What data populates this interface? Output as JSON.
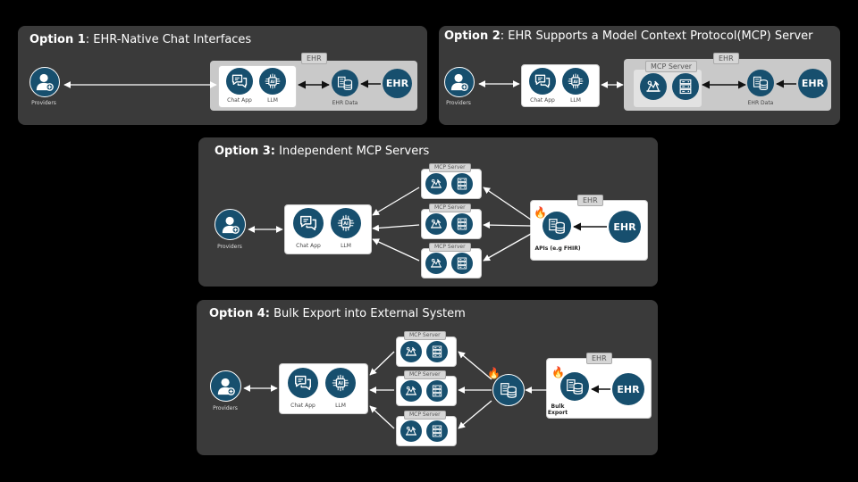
{
  "option1": {
    "title_bold": "Option 1",
    "title_rest": ": EHR-Native Chat Interfaces",
    "providers": "Providers",
    "ehr_tag": "EHR",
    "chat_app": "Chat App",
    "llm": "LLM",
    "ehr_data": "EHR Data",
    "ehr": "EHR"
  },
  "option2": {
    "title_bold": "Option 2",
    "title_rest": ": EHR Supports a Model Context Protocol(MCP) Server",
    "providers": "Providers",
    "ehr_tag": "EHR",
    "mcp_tag": "MCP Server",
    "chat_app": "Chat App",
    "llm": "LLM",
    "ehr_data": "EHR Data",
    "ehr": "EHR"
  },
  "option3": {
    "title_bold": "Option 3:",
    "title_rest": " Independent MCP Servers",
    "providers": "Providers",
    "chat_app": "Chat App",
    "llm": "LLM",
    "mcp_tags": [
      "MCP Server",
      "MCP Server",
      "MCP Server"
    ],
    "ehr_tag": "EHR",
    "apis": "APIs (e.g FHIR)",
    "ehr": "EHR"
  },
  "option4": {
    "title_bold": "Option 4:",
    "title_rest": " Bulk Export into External System",
    "providers": "Providers",
    "chat_app": "Chat App",
    "llm": "LLM",
    "mcp_tags": [
      "MCP Server",
      "MCP Server",
      "MCP Server"
    ],
    "ehr_tag": "EHR",
    "bulk_export": "Bulk Export",
    "ehr": "EHR"
  },
  "colors": {
    "node": "#174f6e",
    "panel": "#3a3a3a"
  }
}
